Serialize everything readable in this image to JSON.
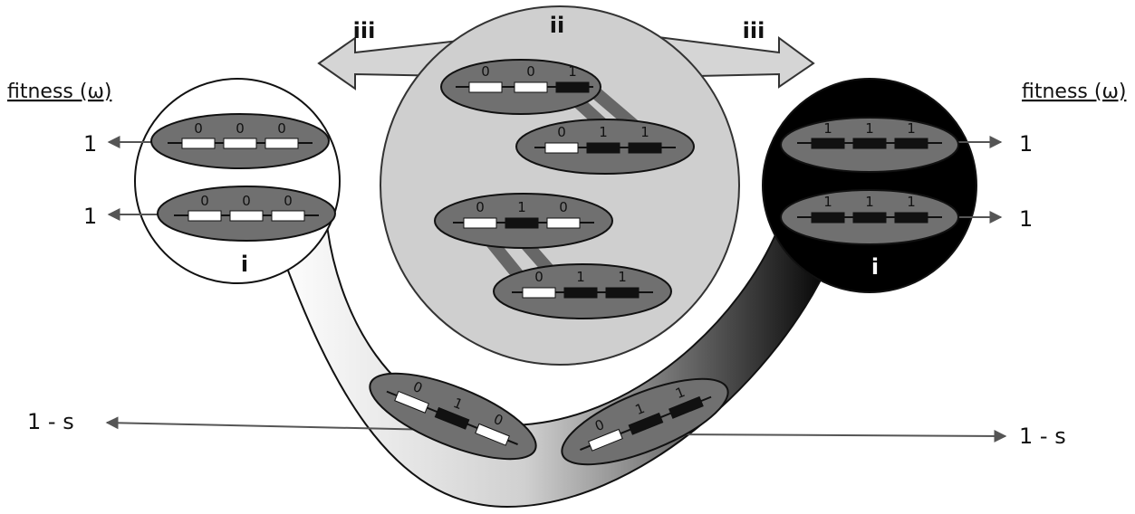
{
  "fitness_left_title": "fitness (ω)",
  "fitness_right_title": "fitness (ω)",
  "labels": {
    "ii": "ii",
    "iii_left": "iii",
    "iii_right": "iii",
    "i_left": "i",
    "i_right": "i"
  },
  "fitness_values": {
    "left_top": "1",
    "left_bottom": "1",
    "right_top": "1",
    "right_bottom": "1",
    "left_hetero": "1 - s",
    "right_hetero": "1 - s"
  },
  "genotypes": {
    "left_circle_top": [
      "0",
      "0",
      "0"
    ],
    "left_circle_bottom": [
      "0",
      "0",
      "0"
    ],
    "right_circle_top": [
      "1",
      "1",
      "1"
    ],
    "right_circle_bottom": [
      "1",
      "1",
      "1"
    ],
    "center_1": [
      "0",
      "0",
      "1"
    ],
    "center_2": [
      "0",
      "1",
      "1"
    ],
    "center_3": [
      "0",
      "1",
      "0"
    ],
    "center_4": [
      "0",
      "1",
      "1"
    ],
    "bottom_left": [
      "0",
      "1",
      "0"
    ],
    "bottom_right": [
      "0",
      "1",
      "1"
    ]
  },
  "colors": {
    "allele_0": "#ffffff",
    "allele_1": "#111111",
    "ellipse": "#707070",
    "center_circle": "#cfcfcf",
    "arrow": "#d5d5d5"
  }
}
